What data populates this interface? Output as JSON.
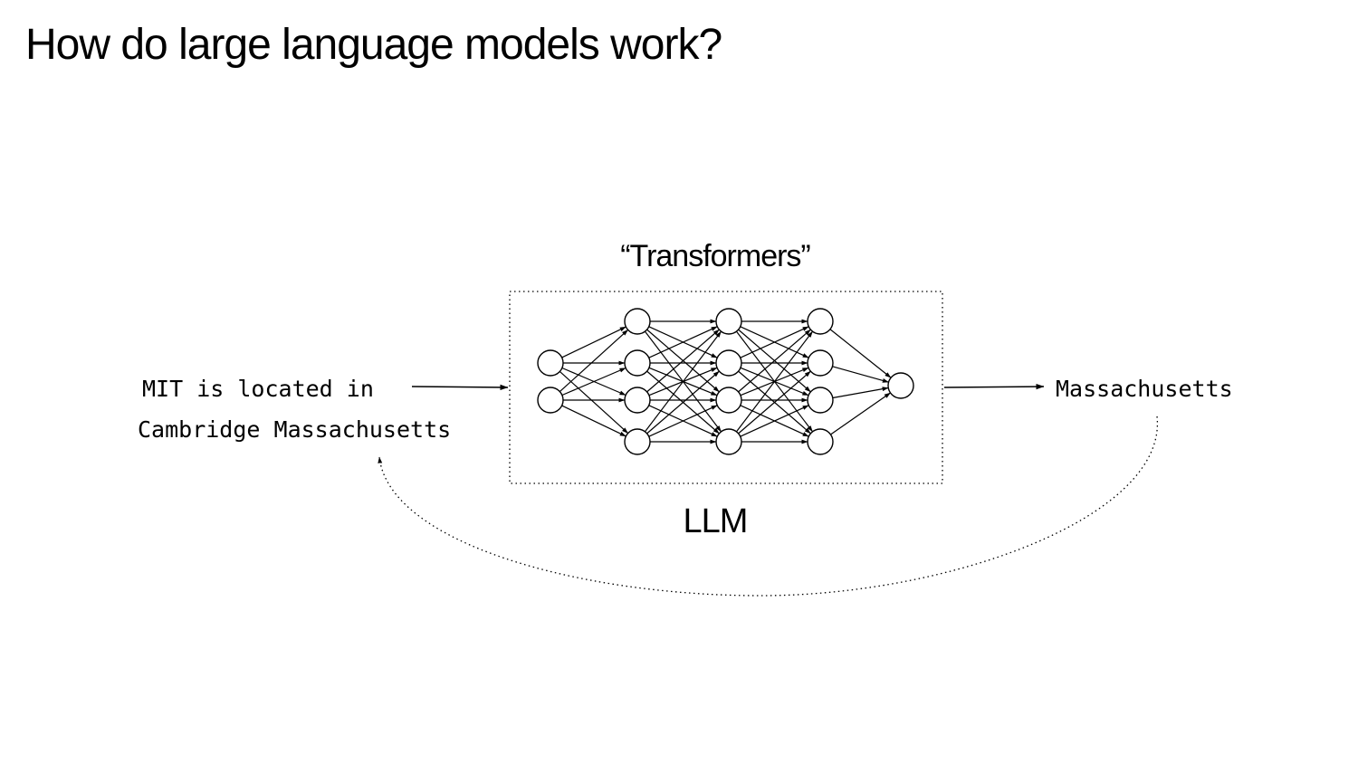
{
  "slide": {
    "title": "How do large language models work?"
  },
  "diagram": {
    "input_line_1": "MIT is located in",
    "input_line_2": "Cambridge Massachusetts",
    "output": "Massachusetts",
    "model_caption": "“Transformers”",
    "model_label": "LLM",
    "network": {
      "layers": [
        2,
        4,
        4,
        4,
        1
      ]
    }
  }
}
